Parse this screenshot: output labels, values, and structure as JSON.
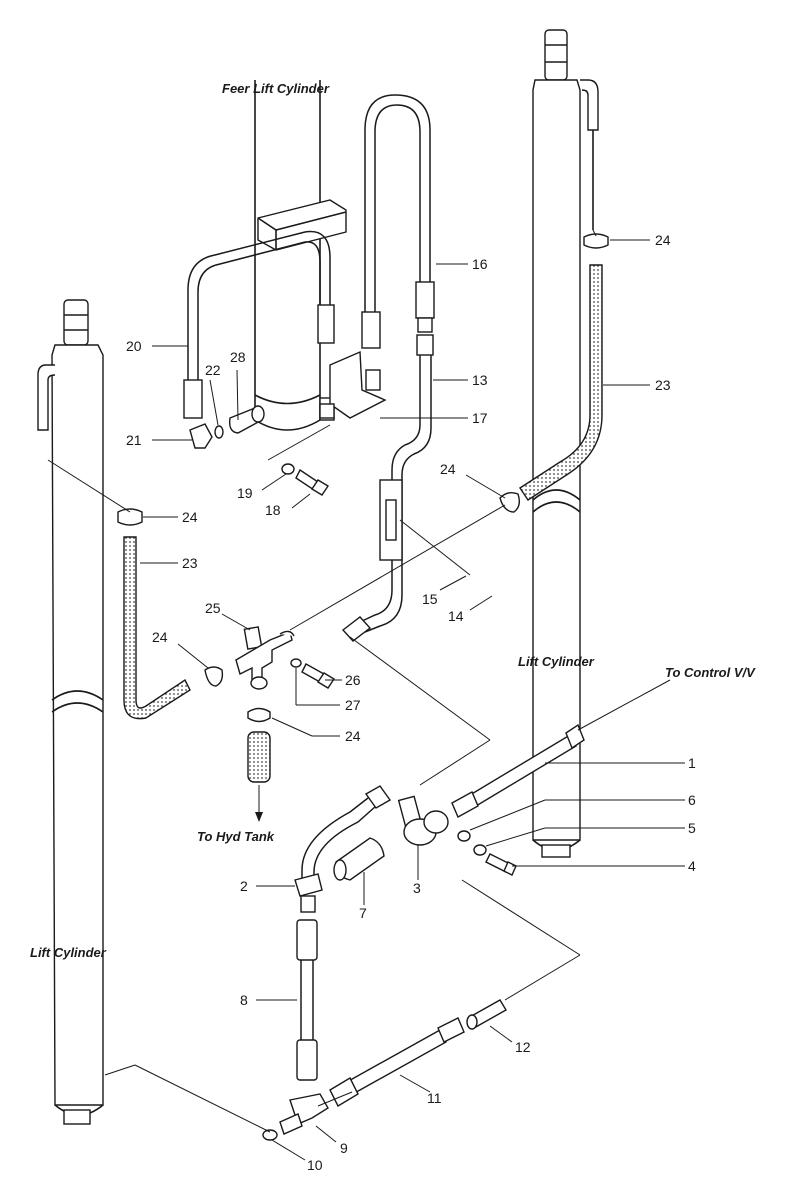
{
  "captions": {
    "feer_lift_cylinder": "Feer Lift Cylinder",
    "lift_cylinder_right": "Lift Cylinder",
    "lift_cylinder_left": "Lift Cylinder",
    "to_control_vv": "To Control V/V",
    "to_hyd_tank": "To Hyd Tank"
  },
  "callouts": {
    "c1": "1",
    "c2": "2",
    "c3": "3",
    "c4": "4",
    "c5": "5",
    "c6": "6",
    "c7": "7",
    "c8": "8",
    "c9": "9",
    "c10": "10",
    "c11": "11",
    "c12": "12",
    "c13": "13",
    "c14": "14",
    "c15": "15",
    "c16": "16",
    "c17": "17",
    "c18": "18",
    "c19": "19",
    "c20": "20",
    "c21": "21",
    "c22": "22",
    "c23a": "23",
    "c23b": "23",
    "c24a": "24",
    "c24b": "24",
    "c24c": "24",
    "c24d": "24",
    "c24e": "24",
    "c25": "25",
    "c26": "26",
    "c27": "27",
    "c28": "28"
  }
}
